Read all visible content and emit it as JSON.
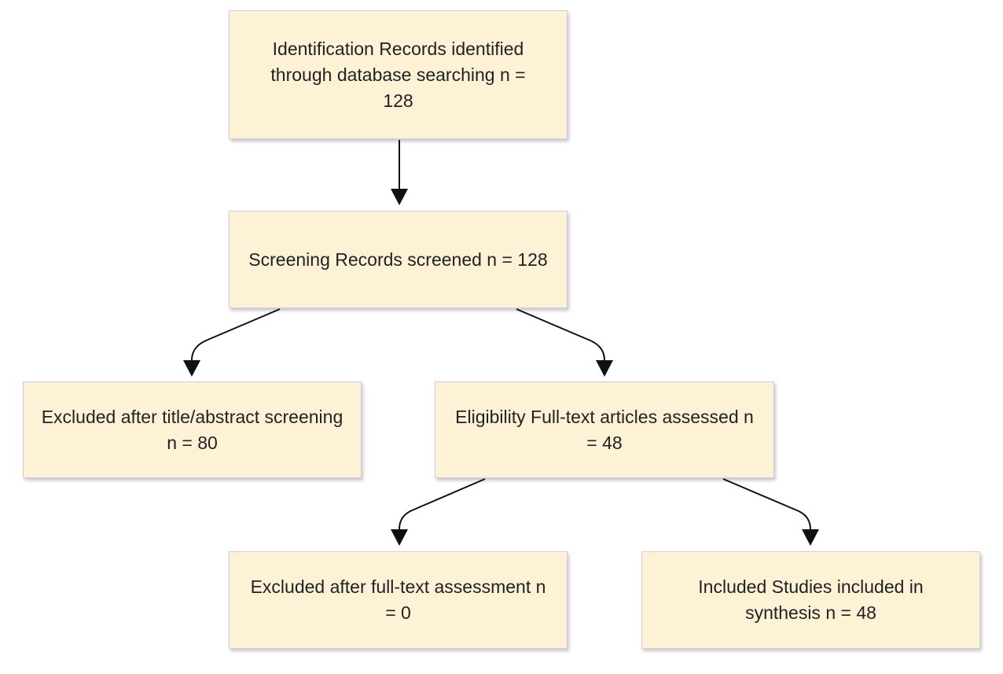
{
  "nodes": {
    "identification": {
      "text": "Identification Records identified through database searching n = 128"
    },
    "screening": {
      "text": "Screening Records screened n = 128"
    },
    "excluded_title_abstract": {
      "text": "Excluded after title/abstract screening n = 80"
    },
    "eligibility": {
      "text": "Eligibility Full-text articles assessed n = 48"
    },
    "excluded_full_text": {
      "text": "Excluded after full-text assessment n = 0"
    },
    "included": {
      "text": "Included Studies included in synthesis n = 48"
    }
  },
  "edges": [
    {
      "from": "identification",
      "to": "screening"
    },
    {
      "from": "screening",
      "to": "excluded_title_abstract"
    },
    {
      "from": "screening",
      "to": "eligibility"
    },
    {
      "from": "eligibility",
      "to": "excluded_full_text"
    },
    {
      "from": "eligibility",
      "to": "included"
    }
  ],
  "colors": {
    "node_fill": "#fdf1d6",
    "node_border": "#d7c7ea",
    "edge": "#111111",
    "text": "#222222"
  }
}
